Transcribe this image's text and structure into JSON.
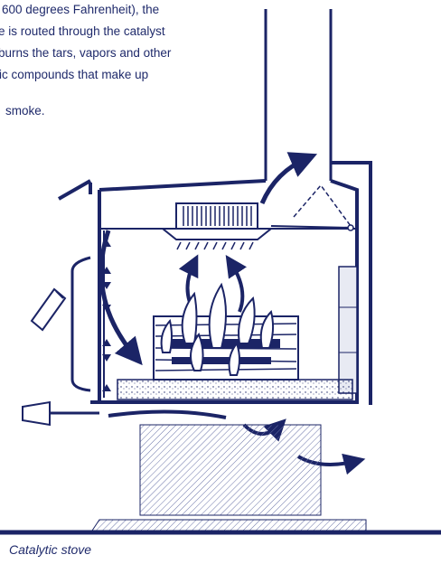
{
  "description_lines": [
    "600 degrees Fahrenheit), the",
    "e is routed through the catalyst",
    " burns the tars, vapors and other",
    "ic compounds that make up",
    "smoke."
  ],
  "caption": "Catalytic stove",
  "colors": {
    "ink": "#1f2a6b",
    "line": "#1b2466",
    "floor": "#1b2466",
    "hatch": "#6b74a8",
    "brick": "#e8eaf3",
    "bg": "#ffffff"
  }
}
